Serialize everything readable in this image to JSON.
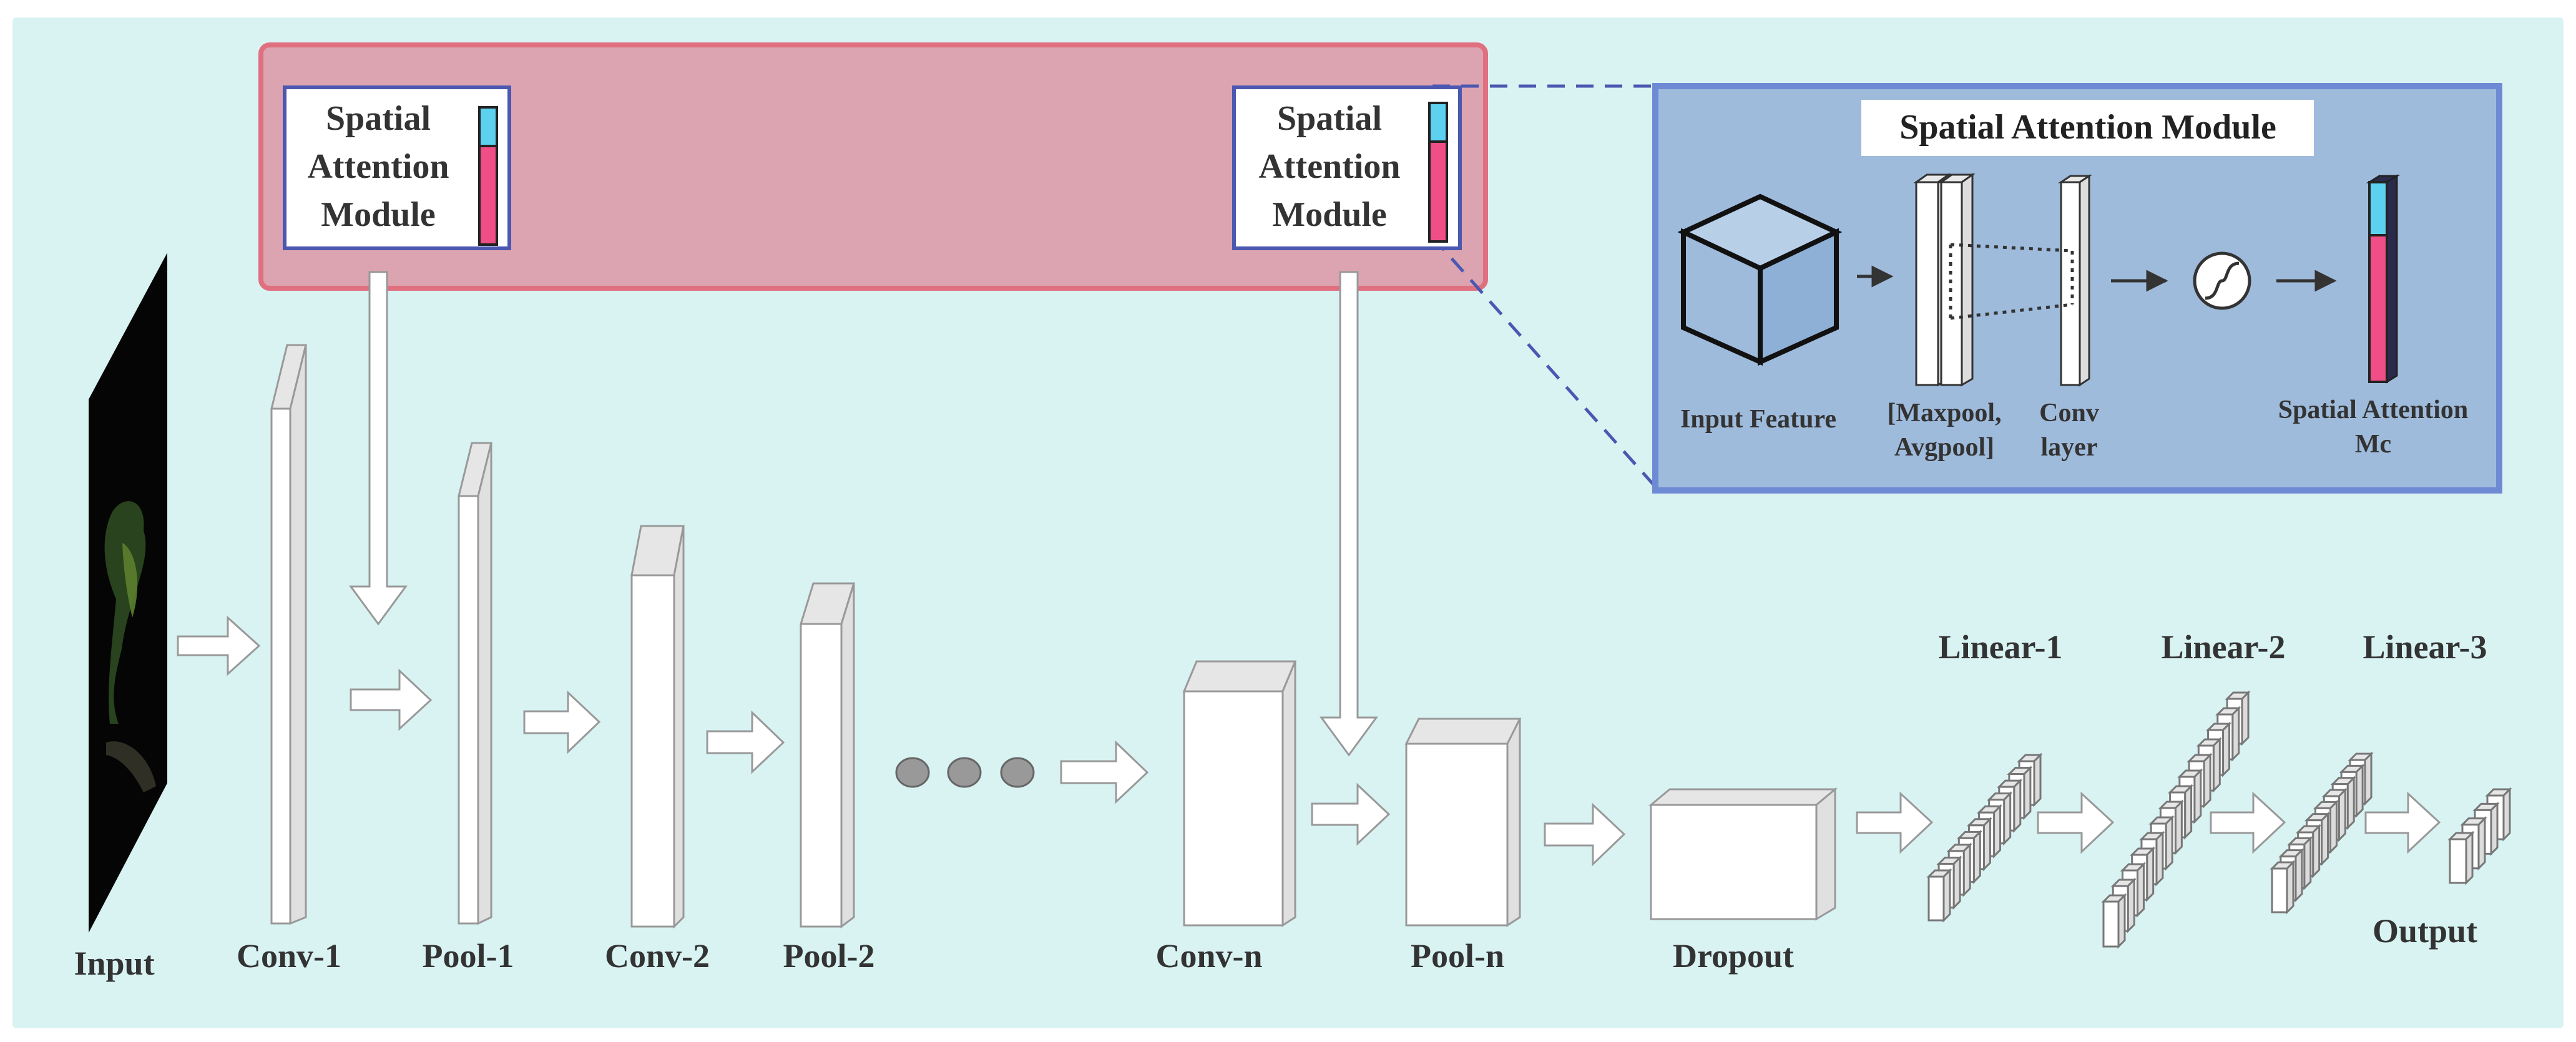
{
  "colors": {
    "background": "#d9f3f3",
    "attention_band": "#dba4b0",
    "attention_band_border": "#e0707f",
    "sam_panel": "#9fbbdc",
    "sam_panel_border": "#6f8ad4",
    "module_border": "#4b57b0",
    "cyan": "#5dd2f0",
    "pink": "#ef4f86"
  },
  "attention_modules": [
    {
      "text": [
        "Spatial",
        "Attention",
        "Module"
      ]
    },
    {
      "text": [
        "Spatial",
        "Attention",
        "Module"
      ]
    }
  ],
  "sam_detail": {
    "title": "Spatial Attention Module",
    "input_label": "Input Feature",
    "pool_label": [
      "[Maxpool,",
      "Avgpool]"
    ],
    "conv_label": [
      "Conv",
      "layer"
    ],
    "output_label": [
      "Spatial Attention",
      "Mc"
    ]
  },
  "layers": {
    "input": "Input",
    "conv1": "Conv-1",
    "pool1": "Pool-1",
    "conv2": "Conv-2",
    "pool2": "Pool-2",
    "convn": "Conv-n",
    "pooln": "Pool-n",
    "dropout": "Dropout",
    "linear1": "Linear-1",
    "linear2": "Linear-2",
    "linear3": "Linear-3",
    "output": "Output"
  },
  "icons": [
    "block-arrow-icon",
    "sigmoid-icon",
    "cube-icon",
    "ellipsis-icon"
  ]
}
